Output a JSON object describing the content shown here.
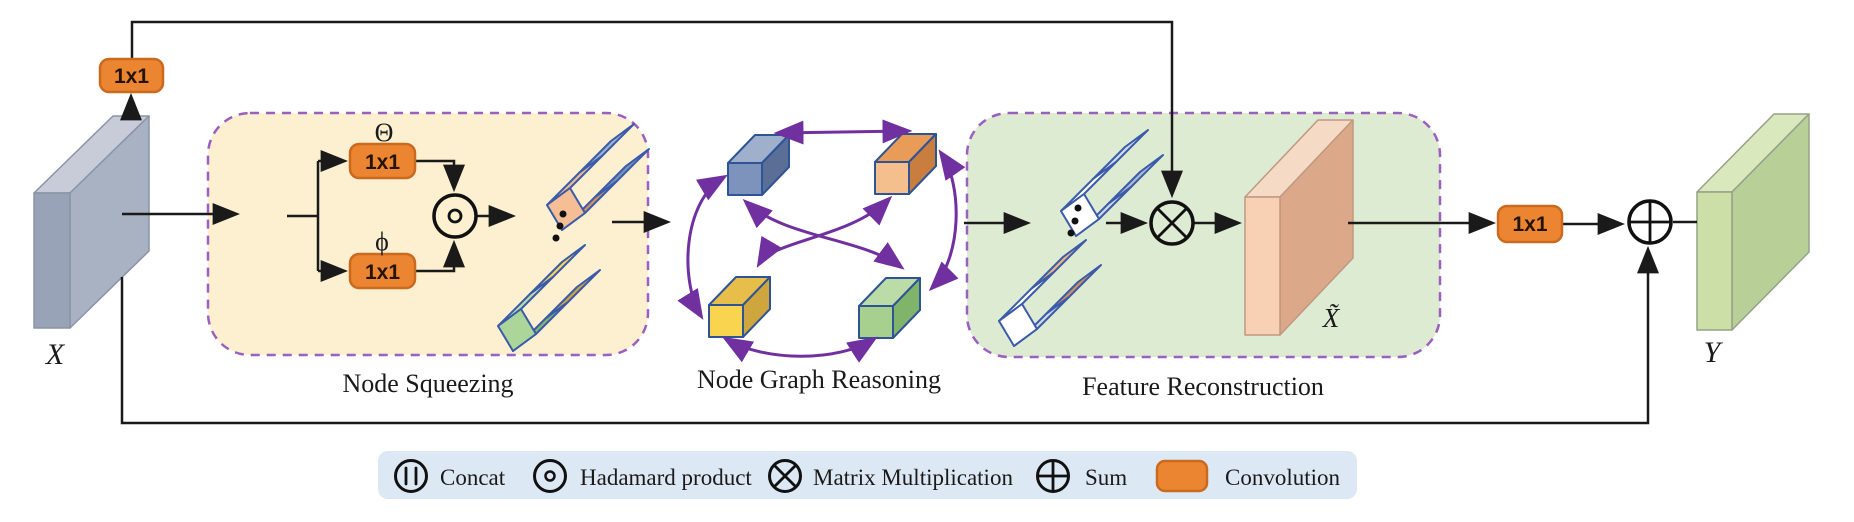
{
  "labels": {
    "input_tensor": "X",
    "output_tensor": "Y",
    "reconstructed_tensor": "X̃",
    "theta": "Θ",
    "phi": "ϕ",
    "conv_1x1": "1x1"
  },
  "sections": {
    "node_squeezing": "Node Squeezing",
    "node_graph_reasoning": "Node Graph Reasoning",
    "feature_reconstruction": "Feature Reconstruction"
  },
  "legend": {
    "items": [
      {
        "icon": "concat-icon",
        "label": "Concat"
      },
      {
        "icon": "hadamard-icon",
        "label": "Hadamard product"
      },
      {
        "icon": "matmul-icon",
        "label": "Matrix Multiplication"
      },
      {
        "icon": "sum-icon",
        "label": "Sum"
      },
      {
        "icon": "convolution-swatch",
        "label": "Convolution"
      }
    ]
  },
  "colors": {
    "convolution_fill": "#EC8532",
    "convolution_border": "#C96A1E",
    "node_squeezing_bg": "#FCF0D1",
    "feature_reconstruction_bg": "#DEEBD3",
    "dashed_border": "#9B5FC0",
    "graph_arrow": "#7030A0",
    "legend_bg": "#DCE8F4",
    "line": "#1A1A1A"
  }
}
